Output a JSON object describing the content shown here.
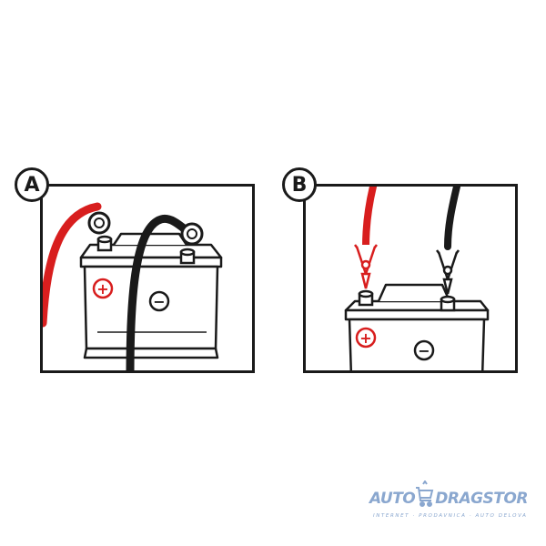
{
  "panels": [
    {
      "label": "A",
      "positive_symbol": "+",
      "negative_symbol": "−"
    },
    {
      "label": "B",
      "positive_symbol": "+",
      "negative_symbol": "−"
    }
  ],
  "colors": {
    "positive_cable": "#d81e1e",
    "negative_cable": "#1a1a1a",
    "outline": "#1a1a1a",
    "logo": "#8aa7cf"
  },
  "logo": {
    "brand_left": "AUTO",
    "brand_right": "DRAGSTOR",
    "tagline": "INTERNET · PRODAVNICA · AUTO DELOVA"
  }
}
